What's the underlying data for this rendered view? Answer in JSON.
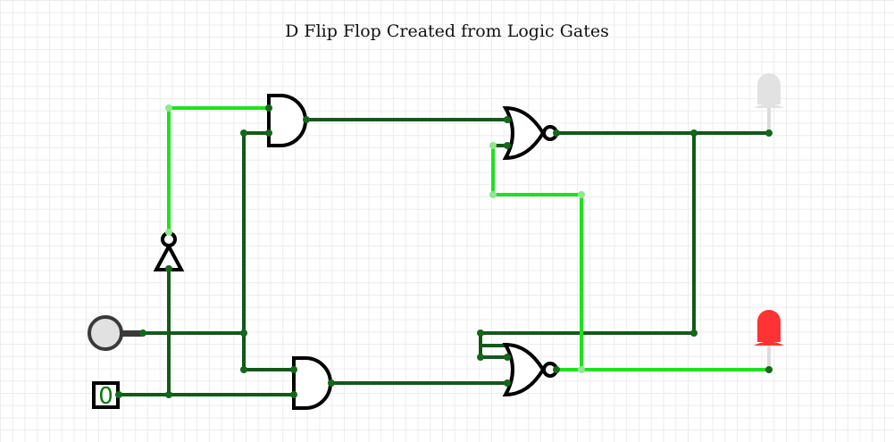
{
  "title": "D Flip Flop Created from Logic Gates",
  "toggle_input": {
    "value": "0",
    "color": "#0a7a0a"
  },
  "colors": {
    "wire_low": "#13591a",
    "wire_high": "#1de21d",
    "led_off": "#e2e2e2",
    "led_on": "#ff3333"
  },
  "leds": {
    "top": "off",
    "bottom": "on"
  }
}
